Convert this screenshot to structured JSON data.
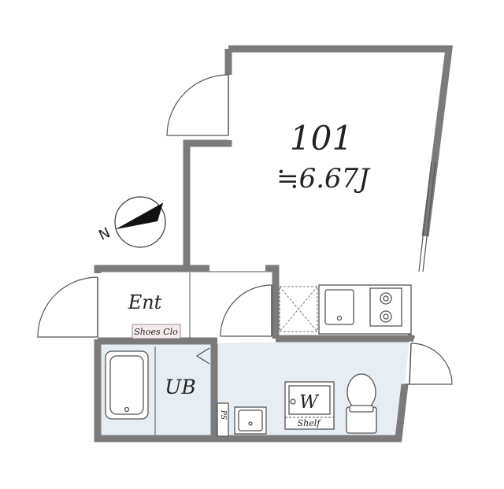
{
  "unit": {
    "number": "101",
    "area": "≒6.67J"
  },
  "rooms": {
    "entrance": "Ent",
    "shoes_closet": "Shoes Clo",
    "unit_bath": "UB",
    "washer": "W",
    "shelf": "Shelf",
    "pipe_space": "PS"
  },
  "compass": {
    "north_label": "N"
  },
  "colors": {
    "wall": "#7b7b7b",
    "wet_area": "#e6eef3",
    "shoes_label_bg": "#f7eaea"
  }
}
